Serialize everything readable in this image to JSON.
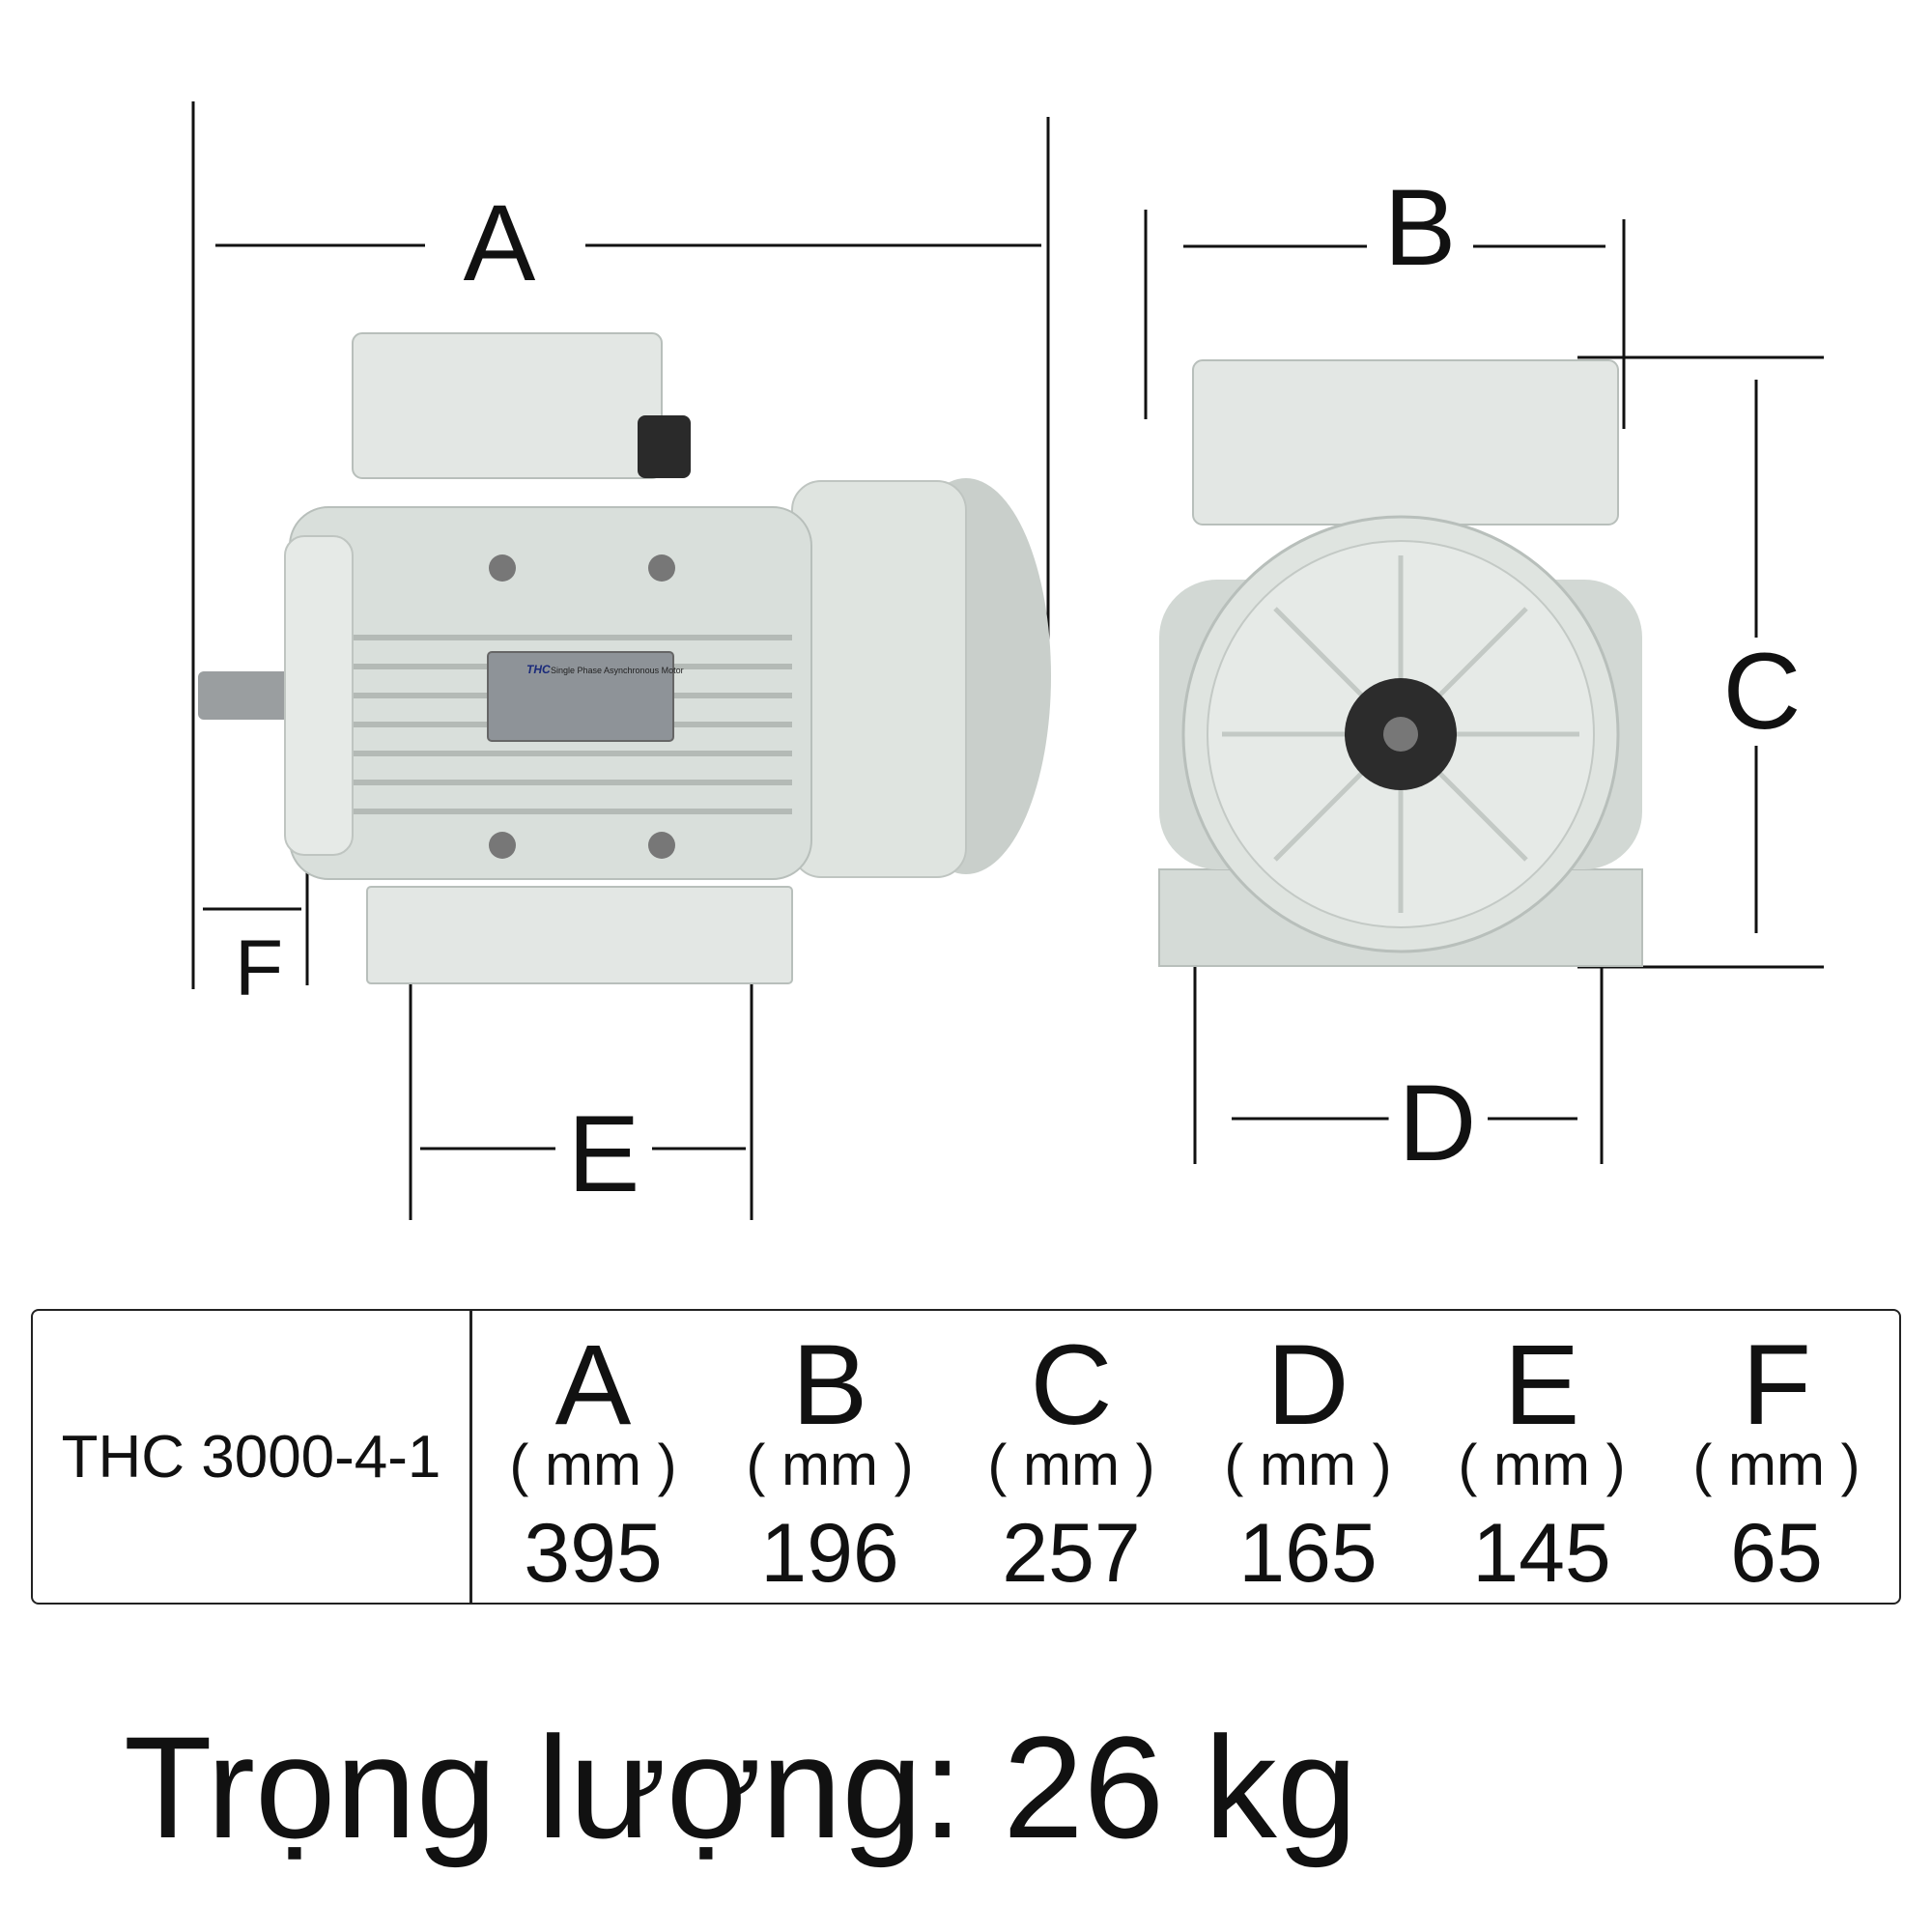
{
  "dimension_labels": {
    "A": "A",
    "B": "B",
    "C": "C",
    "D": "D",
    "E": "E",
    "F": "F"
  },
  "nameplate": {
    "logo": "THC",
    "title": "Single Phase Asynchronous Motor"
  },
  "table": {
    "model": "THC 3000-4-1",
    "columns": [
      {
        "letter": "A",
        "unit": "( mm )",
        "value": "395"
      },
      {
        "letter": "B",
        "unit": "( mm )",
        "value": "196"
      },
      {
        "letter": "C",
        "unit": "( mm )",
        "value": "257"
      },
      {
        "letter": "D",
        "unit": "( mm )",
        "value": "165"
      },
      {
        "letter": "E",
        "unit": "( mm )",
        "value": "145"
      },
      {
        "letter": "F",
        "unit": "( mm )",
        "value": "65"
      }
    ]
  },
  "weight": "Trọng lượng: 26 kg",
  "colors": {
    "motor_body": "#dfe4e0",
    "motor_shadow": "#b8bfbb",
    "nameplate": "#8e9398",
    "line": "#111111"
  }
}
